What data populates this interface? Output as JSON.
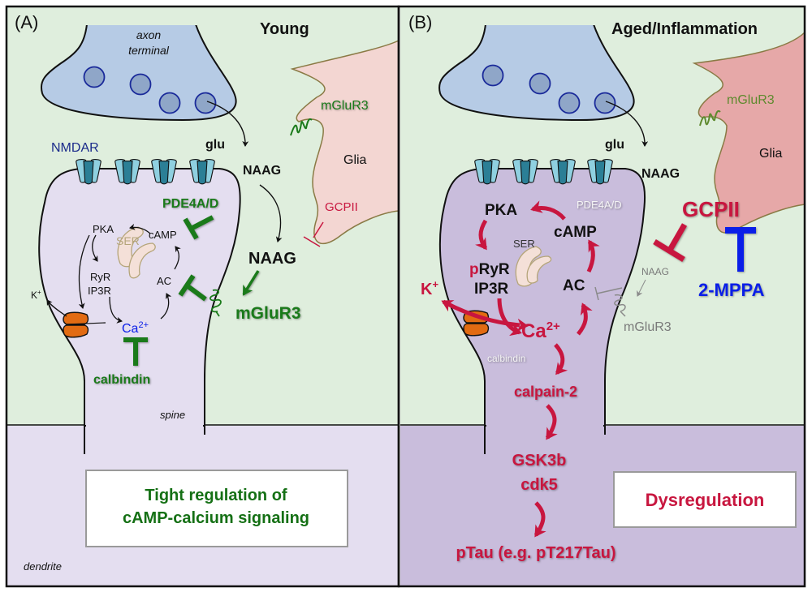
{
  "colors": {
    "extracellular_bg": "#dfeedd",
    "spine_young": "#e4def0",
    "spine_aged": "#c9bddc",
    "axon_fill": "#b6cbe5",
    "vesicle_fill": "#8fa6c8",
    "vesicle_stroke": "#1a2a9a",
    "glia_young": "#f3d6d2",
    "glia_aged": "#e6a8a8",
    "glia_stroke": "#8a7a45",
    "nmdar_light": "#8fd0e0",
    "nmdar_dark": "#2b7f96",
    "channel_orange": "#e26b12",
    "ser_fill": "#f4e0d8",
    "ser_stroke": "#b5a57a",
    "green": "#1a7a1a",
    "dark_green_text": "#157015",
    "crimson": "#c8163f",
    "blue": "#0a1ee8",
    "navy": "#1a2a8a",
    "grey": "#7a7a7a",
    "white_label": "#f5f5f5"
  },
  "panel_a": {
    "letter": "(A)",
    "title": "Young",
    "axon_label_line1": "axon",
    "axon_label_line2": "terminal",
    "nmdar": "NMDAR",
    "glu": "glu",
    "naag_top": "NAAG",
    "naag_mid": "NAAG",
    "glia": "Glia",
    "glia_mglur3": "mGluR3",
    "gcpii": "GCPII",
    "pde4ad": "PDE4A/D",
    "pka": "PKA",
    "camp": "cAMP",
    "ser": "SER",
    "ryr": "RyR",
    "ip3r": "IP3R",
    "ac": "AC",
    "k_plus": "K",
    "k_sup": "+",
    "ca": "Ca",
    "ca_sup": "2+",
    "calbindin": "calbindin",
    "mglur3": "mGluR3",
    "spine": "spine",
    "dendrite": "dendrite",
    "box_line1": "Tight regulation of",
    "box_line2": "cAMP-calcium signaling"
  },
  "panel_b": {
    "letter": "(B)",
    "title": "Aged/Inflammation",
    "glu": "glu",
    "naag_top": "NAAG",
    "glia": "Glia",
    "glia_mglur3": "mGluR3",
    "gcpii": "GCPII",
    "mppa": "2-MPPA",
    "pde4ad": "PDE4A/D",
    "pka": "PKA",
    "camp": "cAMP",
    "ser": "SER",
    "pryr_p": "p",
    "pryr_rest": "RyR",
    "ip3r": "IP3R",
    "ac": "AC",
    "naag_small": "NAAG",
    "mglur3": "mGluR3",
    "k_plus": "K",
    "k_sup": "+",
    "ca": "Ca",
    "ca_sup": "2+",
    "calbindin": "calbindin",
    "calpain": "calpain-2",
    "gsk3b": "GSK3b",
    "cdk5": "cdk5",
    "ptau": "pTau (e.g. pT217Tau)",
    "box_label": "Dysregulation"
  }
}
